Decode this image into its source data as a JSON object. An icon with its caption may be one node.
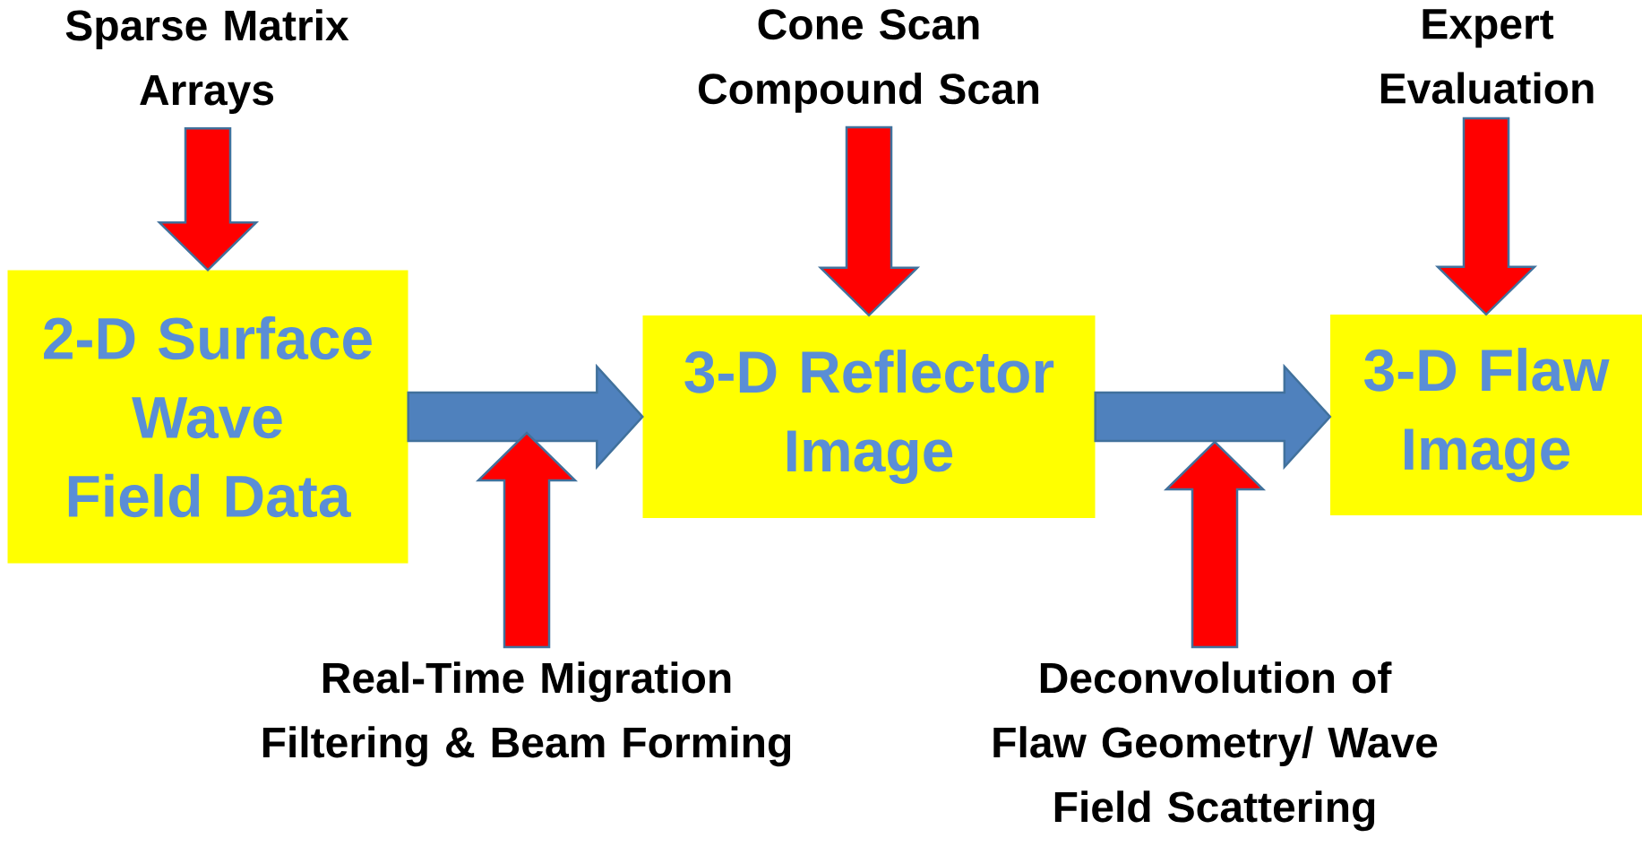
{
  "diagram": {
    "nodes": [
      {
        "text": [
          "2-D Surface Wave Field Data"
        ]
      },
      {
        "text": [
          "3-D Reflector Image"
        ]
      },
      {
        "text": [
          "3-D Flaw Image"
        ]
      },
      {
        "text": [
          "Sparse Matrix Arrays"
        ]
      },
      {
        "text": [
          "Cone Scan Compound Scan"
        ]
      },
      {
        "text": [
          "Expert Evaluation"
        ]
      },
      {
        "text": [
          "Real-Time Migration Filtering & Beam Forming"
        ]
      },
      {
        "text": [
          "Deconvolution of Flaw Geometry/ Wave Field Scattering"
        ]
      }
    ],
    "edges": [
      {
        "from": 0,
        "to": 1,
        "arrow": "to",
        "color": "#4f81bd"
      },
      {
        "from": 1,
        "to": 2,
        "arrow": "to",
        "color": "#4f81bd"
      },
      {
        "from": 3,
        "to": 0,
        "arrow": "to"
      },
      {
        "from": 4,
        "to": 1,
        "arrow": "to"
      },
      {
        "from": 5,
        "to": 2,
        "arrow": "to"
      },
      {
        "from": 6,
        "to": null,
        "arrow": "to"
      },
      {
        "from": 7,
        "to": null,
        "arrow": "to"
      }
    ]
  }
}
